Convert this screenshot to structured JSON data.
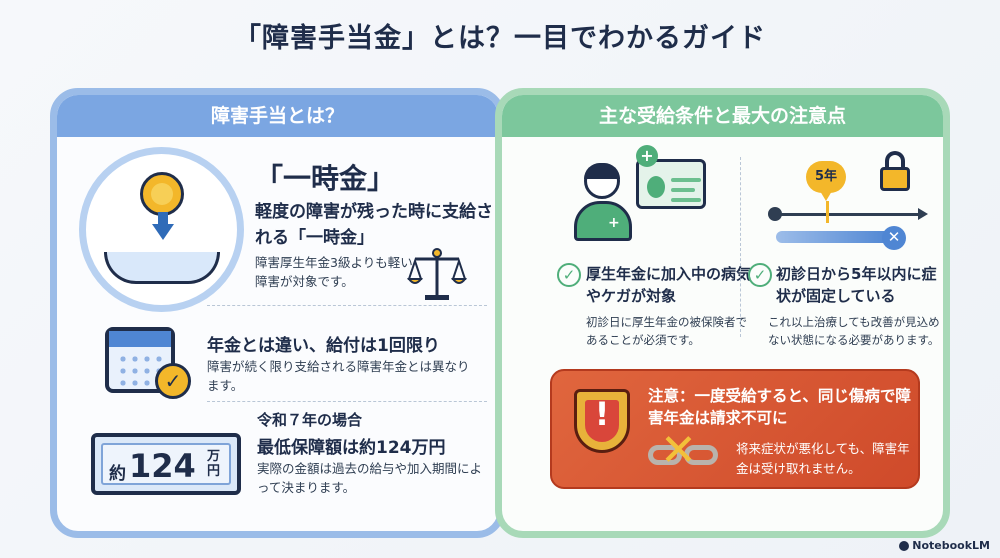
{
  "page": {
    "title": "「障害手当金」とは？一目でわかるガイド",
    "brand": "NotebookLM"
  },
  "left": {
    "heading": "障害手当とは？",
    "lump_sum": {
      "big_label": "「一時金」",
      "lead": "軽度の障害が残った時に支給される「一時金」",
      "note": "障害厚生年金3級よりも軽い障害が対象です。"
    },
    "once": {
      "headline": "年金とは違い、給付は1回限り",
      "note": "障害が続く限り支給される障害年金とは異なります。"
    },
    "amount": {
      "badge_prefix": "約",
      "badge_number": "124",
      "badge_unit": "万円",
      "era": "令和７年の場合",
      "headline": "最低保障額は約124万円",
      "note": "実際の金額は過去の給与や加入期間によって決まります。"
    }
  },
  "right": {
    "heading": "主な受給条件と最大の注意点",
    "cond1": {
      "check": "✓",
      "headline": "厚生年金に加入中の病気やケガが対象",
      "note": "初診日に厚生年金の被保険者であることが必須です。"
    },
    "cond2": {
      "check": "✓",
      "timeline_badge": "5年",
      "headline": "初診日から5年以内に症状が固定している",
      "note": "これ以上治療しても改善が見込めない状態になる必要があります。"
    },
    "warning": {
      "headline": "注意：一度受給すると、同じ傷病で障害年金は請求不可に",
      "note": "将来症状が悪化しても、障害年金は受け取れません。"
    }
  },
  "icons": {
    "coin": "coin-icon",
    "hand": "open-hand-icon",
    "scale": "balance-scale-icon",
    "calendar": "calendar-icon",
    "check": "check-icon",
    "money": "banknote-icon",
    "person": "worker-icon",
    "idcard": "insurance-card-icon",
    "lock": "lock-icon",
    "shield": "warning-shield-icon",
    "chain": "broken-chain-icon"
  },
  "colors": {
    "left_accent": "#7ba6e2",
    "right_accent": "#7cc79c",
    "warning": "#d9553a",
    "gold": "#f3b72a"
  }
}
